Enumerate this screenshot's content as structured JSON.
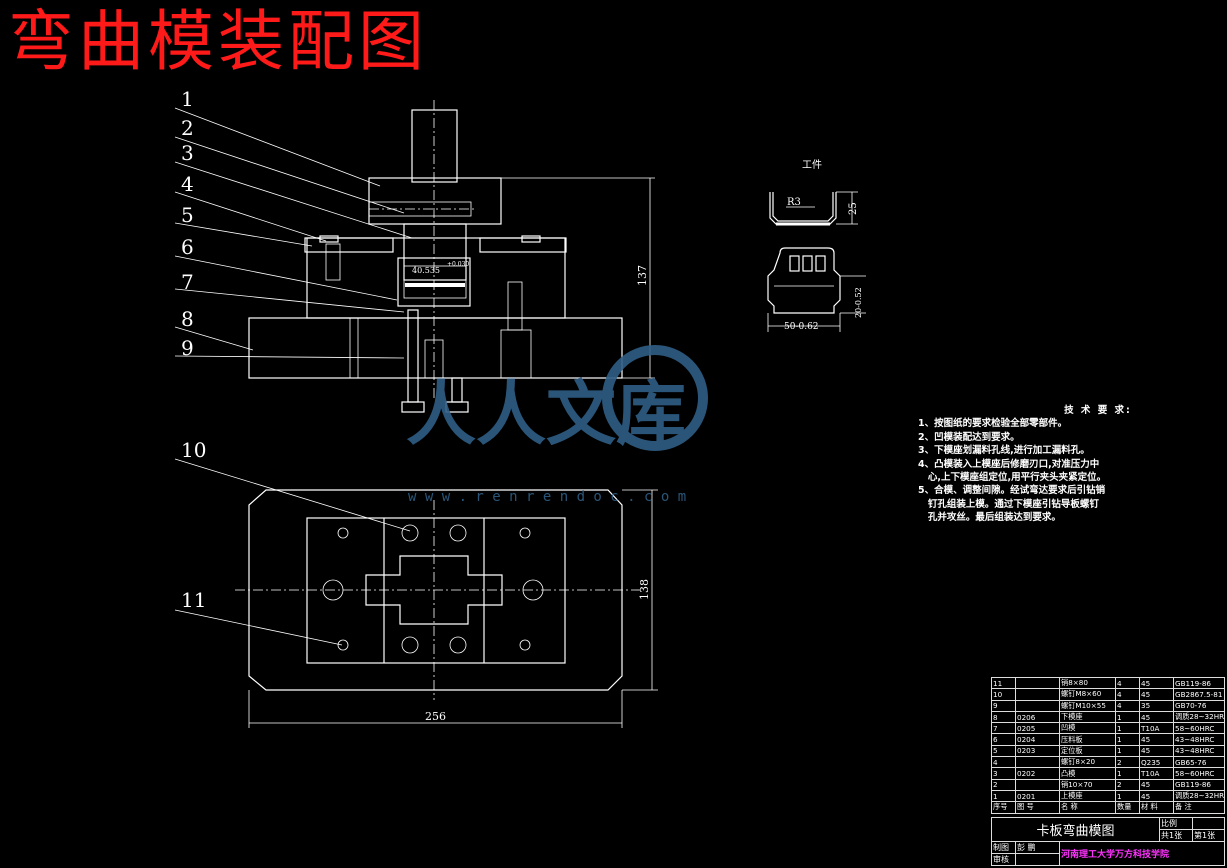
{
  "title": "弯曲模装配图",
  "part_numbers": [
    "1",
    "2",
    "3",
    "4",
    "5",
    "6",
    "7",
    "8",
    "9",
    "10",
    "11"
  ],
  "workpiece": {
    "label": "工件",
    "radius": "R3",
    "height_dim": "25",
    "width_dim": "50-0.62",
    "side_dim": "20-0.52"
  },
  "dimensions": {
    "height_137": "137",
    "height_138": "138",
    "width_256": "256",
    "gap_a": "40.535",
    "gap_b": "+0.030"
  },
  "tech_requirements": {
    "heading": "技 术 要 求:",
    "items": [
      "1、按图纸的要求检验全部零部件。",
      "2、凹模装配达到要求。",
      "3、下模座划漏料孔线,进行加工漏料孔。",
      "4、凸模装入上模座后修磨刃口,对准压力中",
      "   心,上下模座组定位,用平行夹头夹紧定位。",
      "5、合模、调整间隙。经试弯达要求后引钻销",
      "   钉孔组装上模。通过下模座引钻导板螺钉",
      "   孔并攻丝。最后组装达到要求。"
    ]
  },
  "bom": {
    "rows": [
      [
        "11",
        "",
        "销8×80",
        "4",
        "45",
        "GB119-86"
      ],
      [
        "10",
        "",
        "螺钉M8×60",
        "4",
        "45",
        "GB2867.5-81"
      ],
      [
        "9",
        "",
        "螺钉M10×55",
        "4",
        "35",
        "GB70-76"
      ],
      [
        "8",
        "0206",
        "下模座",
        "1",
        "45",
        "调质28~32HRC"
      ],
      [
        "7",
        "0205",
        "凹模",
        "1",
        "T10A",
        "58~60HRC"
      ],
      [
        "6",
        "0204",
        "压料板",
        "1",
        "45",
        "43~48HRC"
      ],
      [
        "5",
        "0203",
        "定位板",
        "1",
        "45",
        "43~48HRC"
      ],
      [
        "4",
        "",
        "螺钉8×20",
        "2",
        "Q235",
        "GB65-76"
      ],
      [
        "3",
        "0202",
        "凸模",
        "1",
        "T10A",
        "58~60HRC"
      ],
      [
        "2",
        "",
        "销10×70",
        "2",
        "45",
        "GB119-86"
      ],
      [
        "1",
        "0201",
        "上模座",
        "1",
        "45",
        "调质28~32HRC"
      ]
    ],
    "header": [
      "序号",
      "图  号",
      "名  称",
      "数量",
      "材  料",
      "备  注"
    ]
  },
  "title_block": {
    "drawing_name": "卡板弯曲模图",
    "scale_label": "比例",
    "sheet_a": "共1张",
    "sheet_b": "第1张",
    "drawn_by_label": "制图",
    "drawn_by": "彭  鹏",
    "reviewed_label": "审核",
    "school": "河南理工大学万方科技学院"
  },
  "watermark": {
    "brand": "人人文库",
    "url": "w w w . r e n r e n d o c . c o m"
  },
  "colors": {
    "title": "#ff1a1a",
    "watermark": "#2f5f86",
    "school": "#ff33ff",
    "background": "#000000"
  }
}
